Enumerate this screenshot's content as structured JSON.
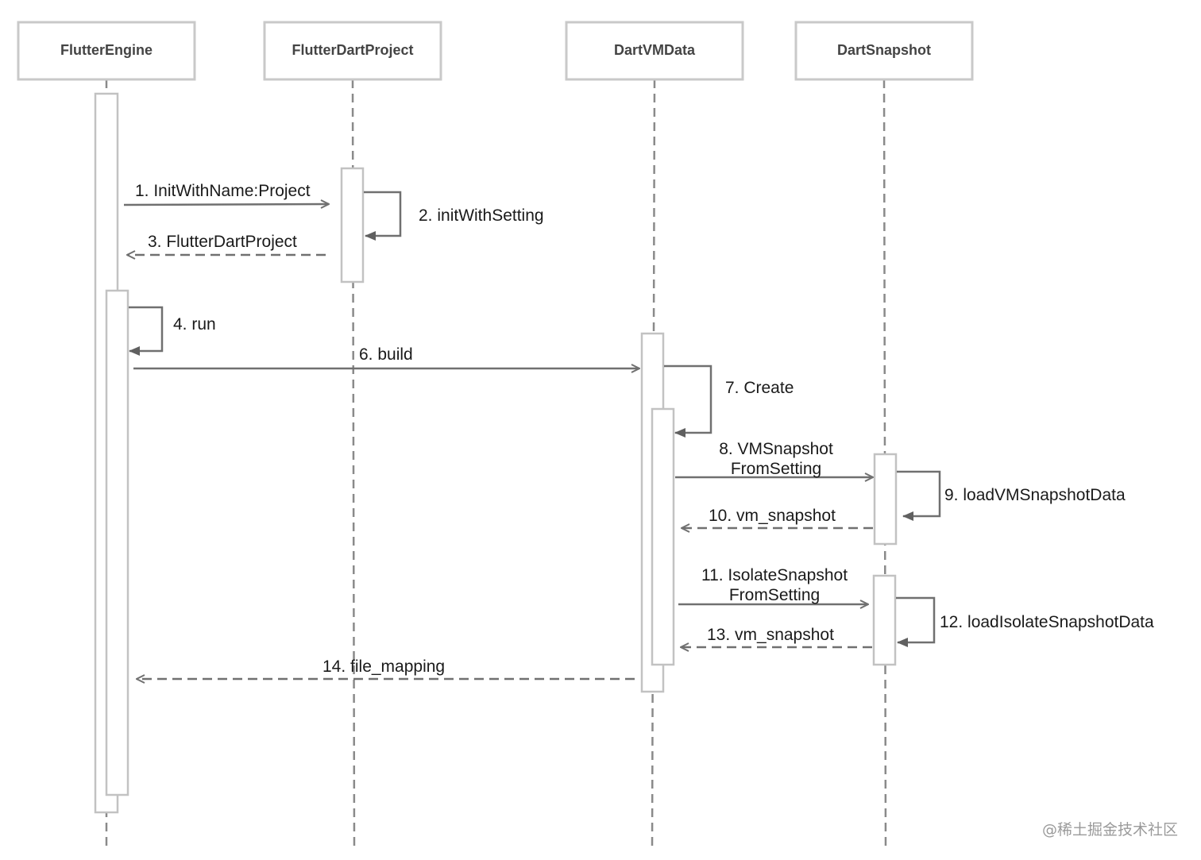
{
  "lifelines": [
    {
      "id": "engine",
      "name": "FlutterEngine"
    },
    {
      "id": "project",
      "name": "FlutterDartProject"
    },
    {
      "id": "vmdata",
      "name": "DartVMData"
    },
    {
      "id": "snapshot",
      "name": "DartSnapshot"
    }
  ],
  "messages": [
    {
      "id": "m1",
      "lines": [
        "1. InitWithName:Project"
      ],
      "kind": "call"
    },
    {
      "id": "m2",
      "lines": [
        "2. initWithSetting"
      ],
      "kind": "self"
    },
    {
      "id": "m3",
      "lines": [
        "3. FlutterDartProject"
      ],
      "kind": "return"
    },
    {
      "id": "m4",
      "lines": [
        "4. run"
      ],
      "kind": "self"
    },
    {
      "id": "m6",
      "lines": [
        "6. build"
      ],
      "kind": "call"
    },
    {
      "id": "m7",
      "lines": [
        "7. Create"
      ],
      "kind": "self"
    },
    {
      "id": "m8",
      "lines": [
        "8. VMSnapshot",
        "FromSetting"
      ],
      "kind": "call"
    },
    {
      "id": "m9",
      "lines": [
        "9. loadVMSnapshotData"
      ],
      "kind": "self"
    },
    {
      "id": "m10",
      "lines": [
        "10. vm_snapshot"
      ],
      "kind": "return"
    },
    {
      "id": "m11",
      "lines": [
        "11. IsolateSnapshot",
        "FromSetting"
      ],
      "kind": "call"
    },
    {
      "id": "m12",
      "lines": [
        "12. loadIsolateSnapshotData"
      ],
      "kind": "self"
    },
    {
      "id": "m13",
      "lines": [
        "13. vm_snapshot"
      ],
      "kind": "return"
    },
    {
      "id": "m14",
      "lines": [
        "14. file_mapping"
      ],
      "kind": "return"
    }
  ],
  "watermark": "@稀土掘金技术社区",
  "colors": {
    "box_border": "#c9c9c9",
    "lifeline": "#8a8a8a",
    "arrow": "#707070",
    "text": "#1a1a1a"
  }
}
